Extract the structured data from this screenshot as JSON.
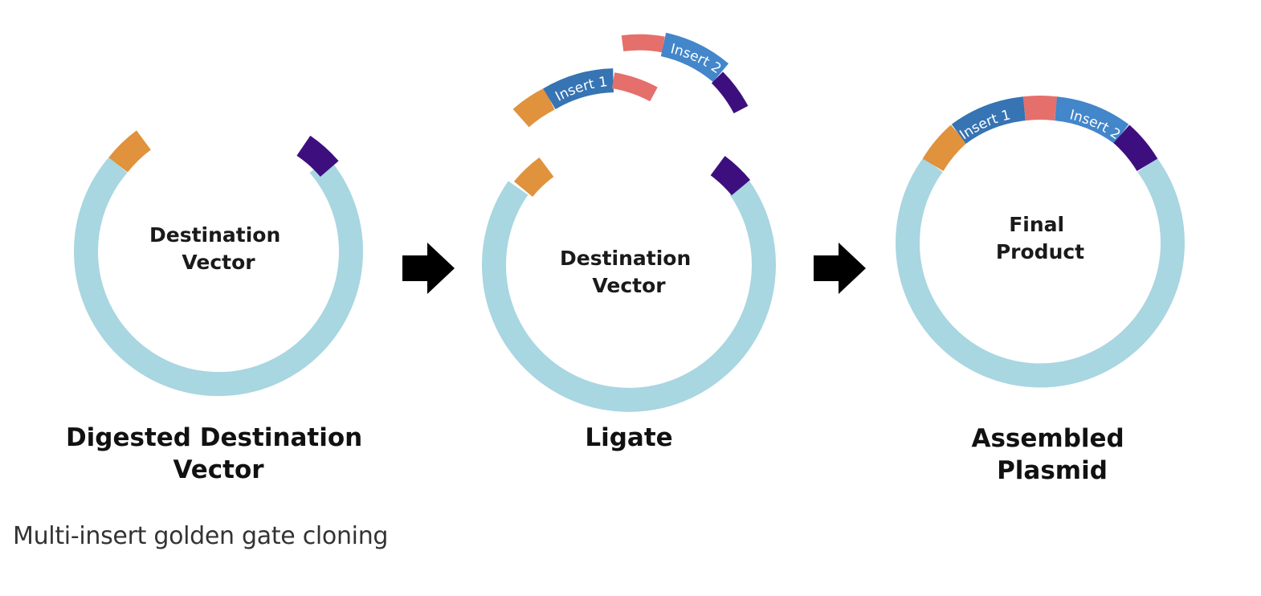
{
  "colors": {
    "backbone": "#a8d6e1",
    "orange_overhang": "#e0923c",
    "purple_overhang": "#3d0f7e",
    "red_overhang": "#e56f6b",
    "insert1": "#3674b3",
    "insert2": "#4386ca",
    "arrow": "#000000",
    "insert_text": "#ffffff"
  },
  "panels": [
    {
      "center_label": [
        "Destination",
        "Vector"
      ],
      "step_label": [
        "Digested Destination",
        "Vector"
      ]
    },
    {
      "center_label": [
        "Destination",
        "Vector"
      ],
      "step_label": [
        "Ligate"
      ]
    },
    {
      "center_label": [
        "Final",
        "Product"
      ],
      "step_label": [
        "Assembled",
        "Plasmid"
      ]
    }
  ],
  "inserts": {
    "insert1": "Insert 1",
    "insert2": "Insert 2"
  },
  "arrows": [
    "right-arrow",
    "right-arrow"
  ],
  "caption": "Multi-insert golden gate cloning"
}
